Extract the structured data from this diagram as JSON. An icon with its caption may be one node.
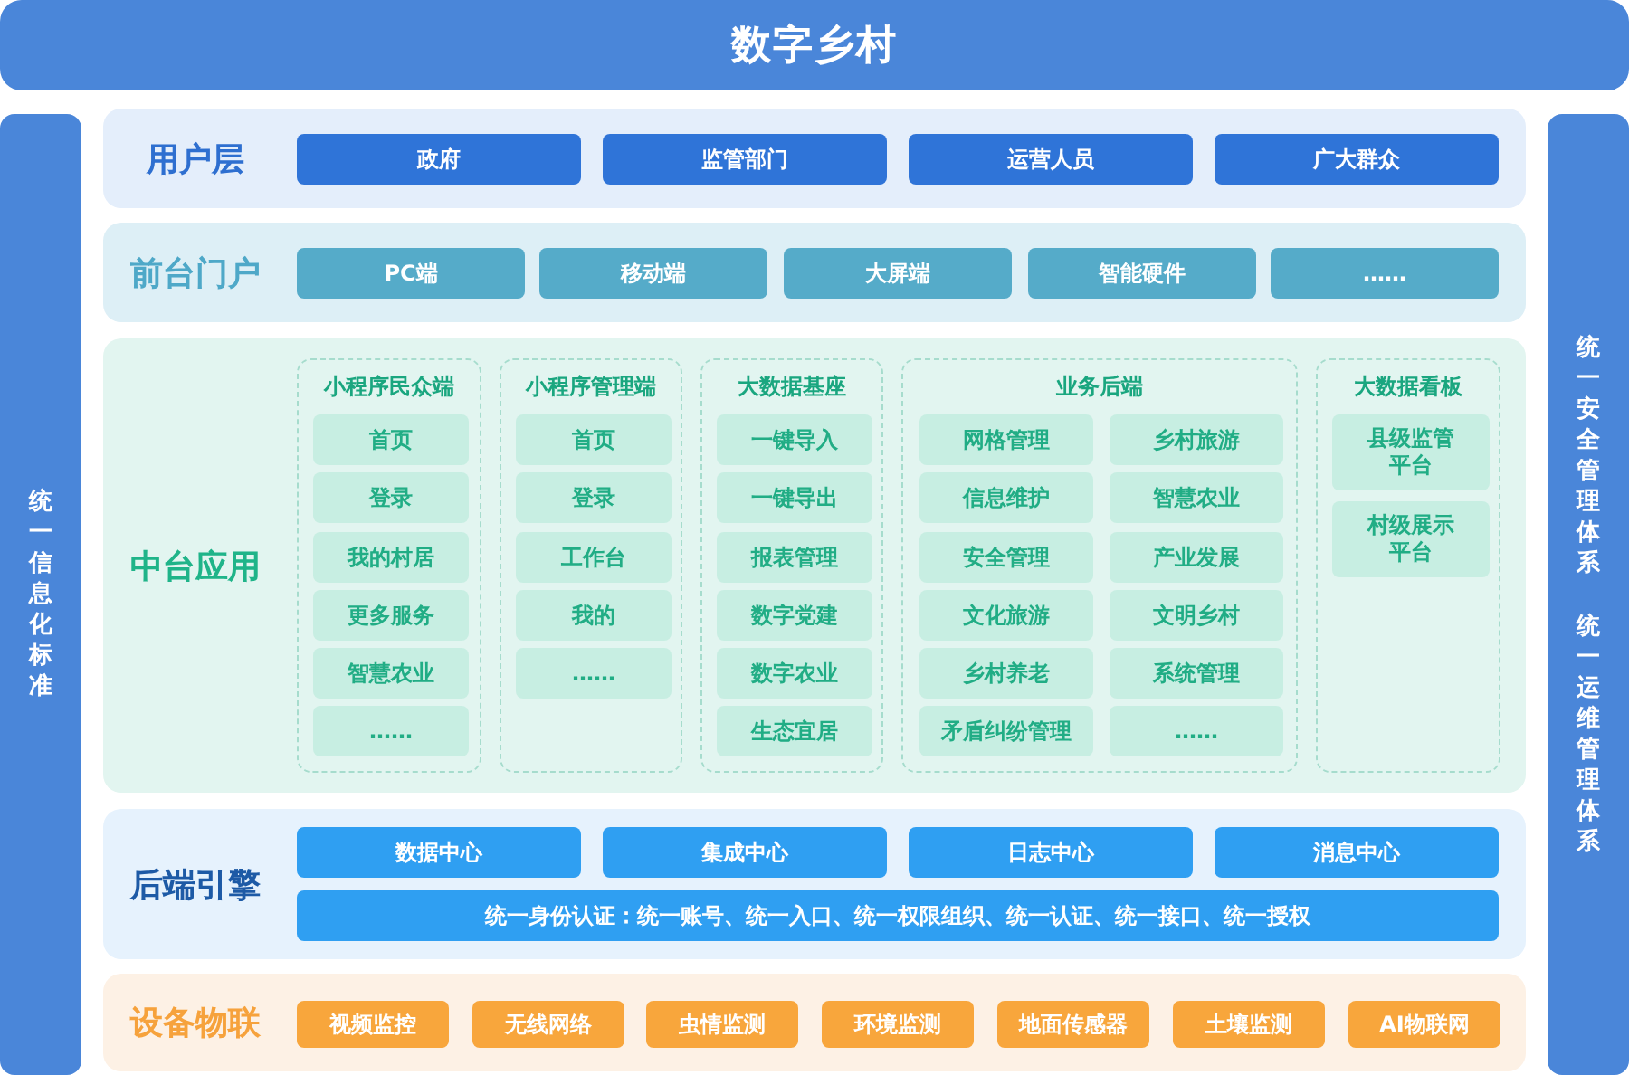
{
  "diagram": {
    "title": "数字乡村",
    "nodes": [
      {
        "text": [
          "统一信息化标准"
        ]
      },
      {
        "text": [
          "用户层"
        ]
      },
      {
        "text": [
          "政府"
        ],
        "in": 1
      },
      {
        "text": [
          "监管部门"
        ],
        "in": 1
      },
      {
        "text": [
          "运营人员"
        ],
        "in": 1
      },
      {
        "text": [
          "广大群众"
        ],
        "in": 1
      },
      {
        "text": [
          "前台门户"
        ]
      },
      {
        "text": [
          "PC端"
        ],
        "in": 6
      },
      {
        "text": [
          "移动端"
        ],
        "in": 6
      },
      {
        "text": [
          "大屏端"
        ],
        "in": 6
      },
      {
        "text": [
          "智能硬件"
        ],
        "in": 6
      },
      {
        "text": [
          "……"
        ],
        "in": 6
      },
      {
        "text": [
          "中台应用"
        ]
      },
      {
        "text": [
          "小程序民众端"
        ],
        "in": 12
      },
      {
        "text": [
          "首页"
        ],
        "in": 13
      },
      {
        "text": [
          "登录"
        ],
        "in": 13
      },
      {
        "text": [
          "我的村居"
        ],
        "in": 13
      },
      {
        "text": [
          "更多服务"
        ],
        "in": 13
      },
      {
        "text": [
          "智慧农业"
        ],
        "in": 13
      },
      {
        "text": [
          "……"
        ],
        "in": 13
      },
      {
        "text": [
          "小程序管理端"
        ],
        "in": 12
      },
      {
        "text": [
          "首页"
        ],
        "in": 20
      },
      {
        "text": [
          "登录"
        ],
        "in": 20
      },
      {
        "text": [
          "工作台"
        ],
        "in": 20
      },
      {
        "text": [
          "我的"
        ],
        "in": 20
      },
      {
        "text": [
          "……"
        ],
        "in": 20
      },
      {
        "text": [
          "大数据基座"
        ],
        "in": 12
      },
      {
        "text": [
          "一键导入"
        ],
        "in": 26
      },
      {
        "text": [
          "一键导出"
        ],
        "in": 26
      },
      {
        "text": [
          "报表管理"
        ],
        "in": 26
      },
      {
        "text": [
          "数字党建"
        ],
        "in": 26
      },
      {
        "text": [
          "数字农业"
        ],
        "in": 26
      },
      {
        "text": [
          "生态宜居"
        ],
        "in": 26
      },
      {
        "text": [
          "业务后端"
        ],
        "in": 12
      },
      {
        "text": [
          "网格管理"
        ],
        "in": 33
      },
      {
        "text": [
          "乡村旅游"
        ],
        "in": 33
      },
      {
        "text": [
          "信息维护"
        ],
        "in": 33
      },
      {
        "text": [
          "智慧农业"
        ],
        "in": 33
      },
      {
        "text": [
          "安全管理"
        ],
        "in": 33
      },
      {
        "text": [
          "产业发展"
        ],
        "in": 33
      },
      {
        "text": [
          "文化旅游"
        ],
        "in": 33
      },
      {
        "text": [
          "文明乡村"
        ],
        "in": 33
      },
      {
        "text": [
          "乡村养老"
        ],
        "in": 33
      },
      {
        "text": [
          "系统管理"
        ],
        "in": 33
      },
      {
        "text": [
          "矛盾纠纷管理"
        ],
        "in": 33
      },
      {
        "text": [
          "……"
        ],
        "in": 33
      },
      {
        "text": [
          "大数据看板"
        ],
        "in": 12
      },
      {
        "text": [
          "县级监管平台"
        ],
        "in": 46
      },
      {
        "text": [
          "村级展示平台"
        ],
        "in": 46
      },
      {
        "text": [
          "后端引擎"
        ]
      },
      {
        "text": [
          "数据中心"
        ],
        "in": 49
      },
      {
        "text": [
          "集成中心"
        ],
        "in": 49
      },
      {
        "text": [
          "日志中心"
        ],
        "in": 49
      },
      {
        "text": [
          "消息中心"
        ],
        "in": 49
      },
      {
        "text": [
          "统一身份认证：统一账号、统一入口、统一权限组织、统一认证、统一接口、统一授权"
        ],
        "in": 49
      },
      {
        "text": [
          "设备物联"
        ]
      },
      {
        "text": [
          "视频监控"
        ],
        "in": 55
      },
      {
        "text": [
          "无线网络"
        ],
        "in": 55
      },
      {
        "text": [
          "虫情监测"
        ],
        "in": 55
      },
      {
        "text": [
          "环境监测"
        ],
        "in": 55
      },
      {
        "text": [
          "地面传感器"
        ],
        "in": 55
      },
      {
        "text": [
          "土壤监测"
        ],
        "in": 55
      },
      {
        "text": [
          "AI物联网"
        ],
        "in": 55
      },
      {
        "text": [
          "统一安全管理体系",
          "统一运维管理体系"
        ]
      }
    ]
  }
}
